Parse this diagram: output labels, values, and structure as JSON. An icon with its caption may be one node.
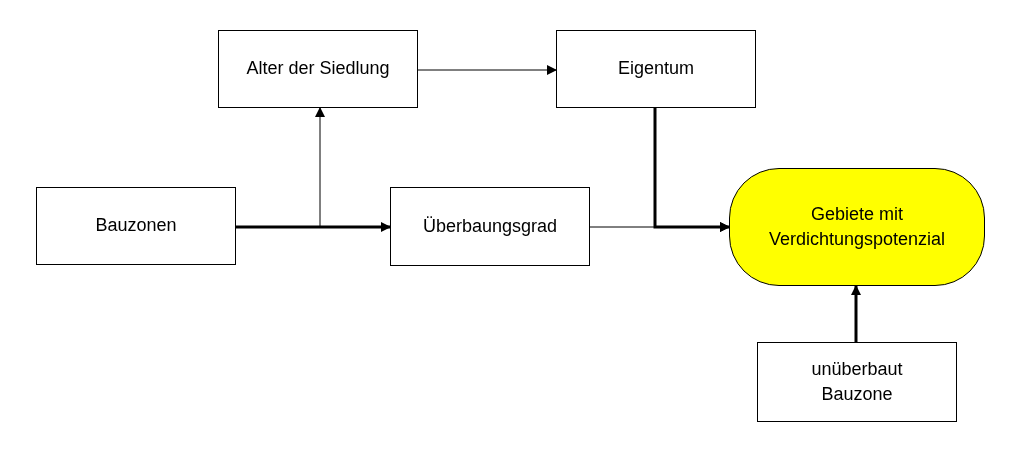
{
  "diagram": {
    "nodes": [
      {
        "text": [
          "Alter der Siedlung"
        ]
      },
      {
        "text": [
          "Eigentum"
        ]
      },
      {
        "text": [
          "Bauzonen"
        ]
      },
      {
        "text": [
          "Überbaungsgrad"
        ]
      },
      {
        "text": [
          "Gebiete mit Verdichtungspotenzial"
        ]
      },
      {
        "text": [
          "unüberbaut Bauzone"
        ]
      }
    ],
    "edges": [
      {
        "from": 2,
        "to": 3,
        "arrow": "to",
        "style": "thick"
      },
      {
        "from": 2,
        "to": 0,
        "arrow": "to"
      },
      {
        "from": 0,
        "to": 1,
        "arrow": "to"
      },
      {
        "from": 3,
        "to": 4,
        "arrow": "to"
      },
      {
        "from": 1,
        "to": 4,
        "arrow": "to",
        "style": "thick"
      },
      {
        "from": 5,
        "to": 4,
        "arrow": "to",
        "style": "thick"
      }
    ]
  }
}
